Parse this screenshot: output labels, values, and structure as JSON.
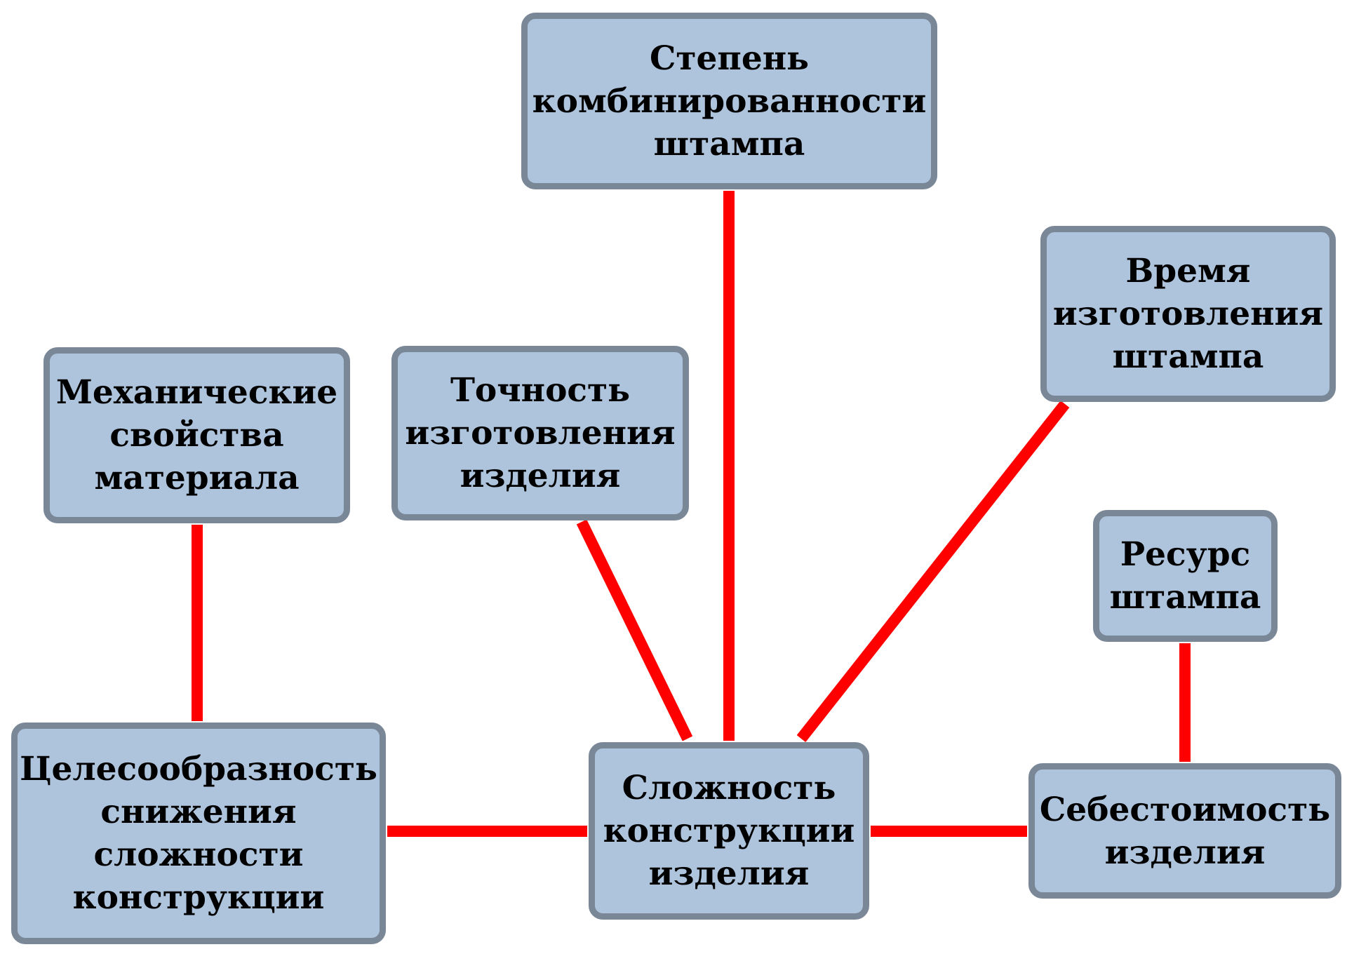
{
  "diagram": {
    "connector_color": "#ff0000",
    "node_fill": "#aec3dc",
    "node_border": "#7a8797",
    "nodes": {
      "stepen": {
        "label": "Степень\nкомбинированности\nштампа"
      },
      "vremya": {
        "label": "Время\nизготовления\nштампа"
      },
      "mech": {
        "label": "Механические\nсвойства\nматериала"
      },
      "tochnost": {
        "label": "Точность\nизготовления\nизделия"
      },
      "resurs": {
        "label": "Ресурс\nштампа"
      },
      "celes": {
        "label": "Целесообразность\nснижения\nсложности\nконструкции"
      },
      "slozh": {
        "label": "Сложность\nконструкции\nизделия"
      },
      "sebest": {
        "label": "Себестоимость\nизделия"
      }
    },
    "edges": [
      {
        "from": "stepen",
        "to": "slozh"
      },
      {
        "from": "tochnost",
        "to": "slozh"
      },
      {
        "from": "vremya",
        "to": "slozh"
      },
      {
        "from": "mech",
        "to": "celes"
      },
      {
        "from": "celes",
        "to": "slozh"
      },
      {
        "from": "slozh",
        "to": "sebest"
      },
      {
        "from": "resurs",
        "to": "sebest"
      }
    ]
  }
}
